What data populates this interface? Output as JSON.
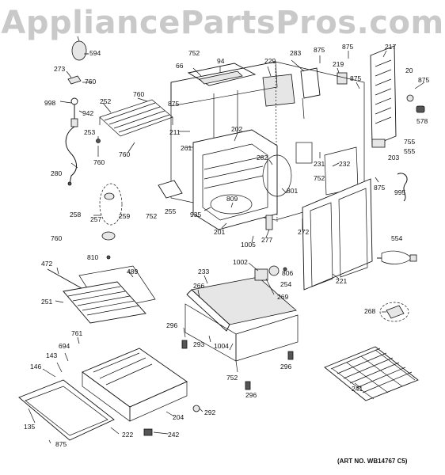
{
  "watermark": "AppliancePartsPros.com",
  "art_number": "(ART NO. WB14767 C5)",
  "labels": {
    "l594": "594",
    "l273": "273",
    "l760a": "760",
    "l998": "998",
    "l942": "942",
    "l252": "252",
    "l760b": "760",
    "l875a": "875",
    "l253": "253",
    "l760c": "760",
    "l760d": "760",
    "l280": "280",
    "l258": "258",
    "l257": "257",
    "l259": "259",
    "l810": "810",
    "l760e": "760",
    "l472": "472",
    "l489": "489",
    "l251": "251",
    "l761": "761",
    "l694": "694",
    "l143": "143",
    "l146": "146",
    "l135": "135",
    "l875b": "875",
    "l222": "222",
    "l242": "242",
    "l204": "204",
    "l292": "292",
    "l752a": "752",
    "l66": "66",
    "l94": "94",
    "l229": "229",
    "l283": "283",
    "l875c": "875",
    "l219": "219",
    "l875d": "875",
    "l217": "217",
    "l20": "20",
    "l875e": "875",
    "l875f": "875",
    "l578": "578",
    "l755": "755",
    "l555": "555",
    "l203": "203",
    "l211": "211",
    "l202": "202",
    "l261": "261",
    "l282": "282",
    "l231": "231",
    "l232": "232",
    "l752b": "752",
    "l875g": "875",
    "l995": "995",
    "l801": "801",
    "l809": "809",
    "l255": "255",
    "l752c": "752",
    "l935": "935",
    "l201": "201",
    "l1005": "1005",
    "l277": "277",
    "l272": "272",
    "l554": "554",
    "l221": "221",
    "l1002": "1002",
    "l806": "806",
    "l233": "233",
    "l254": "254",
    "l266": "266",
    "l269": "269",
    "l268": "268",
    "l296a": "296",
    "l293": "293",
    "l1004": "1004",
    "l296b": "296",
    "l752d": "752",
    "l296c": "296",
    "l241": "241"
  }
}
